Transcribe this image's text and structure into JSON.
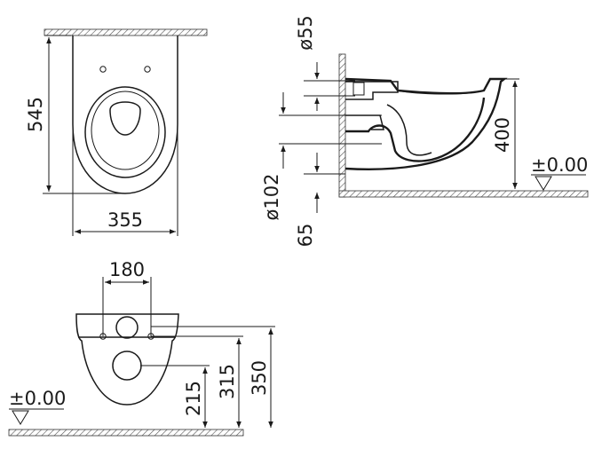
{
  "labels": {
    "top_height": "545",
    "top_width": "355",
    "waste_dia": "ø55",
    "outlet_dia": "ø102",
    "outlet_height": "65",
    "rim_height": "400",
    "floor_level_side": "±0.00",
    "fix_spacing": "180",
    "fix_height_215": "215",
    "fix_height_315": "315",
    "fix_height_350": "350",
    "floor_level_front": "±0.00"
  }
}
